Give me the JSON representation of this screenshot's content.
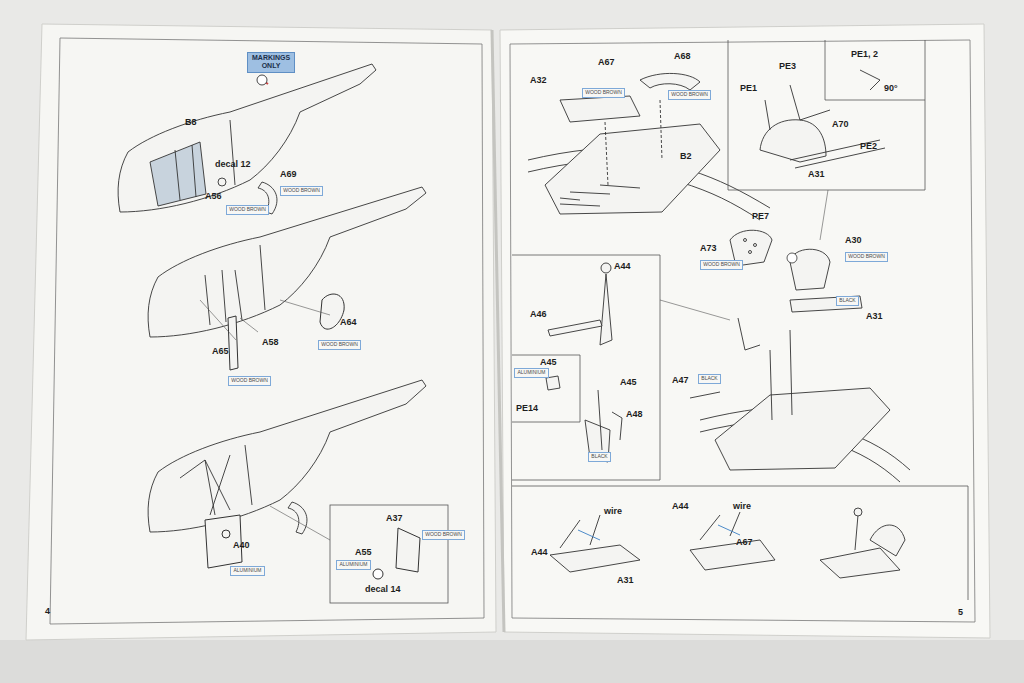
{
  "diagram": {
    "nodes": [
      {
        "text": [
          "MARKINGS",
          "ONLY"
        ]
      },
      {
        "text": [
          "WOOD BROWN"
        ]
      },
      {
        "text": [
          "WOOD BROWN"
        ]
      },
      {
        "text": [
          "WOOD BROWN"
        ]
      },
      {
        "text": [
          "WOOD BROWN"
        ]
      },
      {
        "text": [
          "WOOD BROWN"
        ]
      },
      {
        "text": [
          "ALUMINIUM"
        ]
      },
      {
        "text": [
          "ALUMINIUM"
        ]
      },
      {
        "text": [
          "WOOD BROWN"
        ]
      },
      {
        "text": [
          "WOOD BROWN"
        ]
      },
      {
        "text": [
          "WOOD BROWN"
        ]
      },
      {
        "text": [
          "WOOD BROWN"
        ]
      },
      {
        "text": [
          "BLACK"
        ]
      },
      {
        "text": [
          "ALUMINIUM"
        ]
      },
      {
        "text": [
          "BLACK"
        ]
      },
      {
        "text": [
          "BLACK"
        ]
      }
    ],
    "labels": [
      "B8",
      "decal 12",
      "A56",
      "A69",
      "A64",
      "A58",
      "A65",
      "A37",
      "A55",
      "decal 14",
      "A40",
      "4",
      "A67",
      "A68",
      "A32",
      "B2",
      "PE1, 2",
      "PE3",
      "PE1",
      "A70",
      "PE2",
      "90°",
      "A31",
      "PE7",
      "A73",
      "A30",
      "A44",
      "A46",
      "A31",
      "A45",
      "PE14",
      "A45",
      "A48",
      "A47",
      "wire",
      "A44",
      "wire",
      "A44",
      "A67",
      "A31",
      "5"
    ]
  }
}
